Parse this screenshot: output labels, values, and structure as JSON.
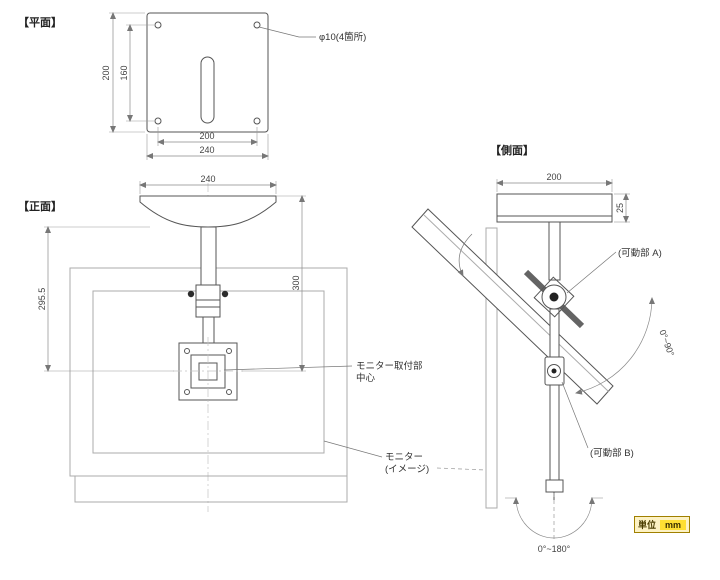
{
  "meta": {
    "unit_label": "単位",
    "unit_value": "mm"
  },
  "plan": {
    "title": "【平面】",
    "dim_height_outer": "200",
    "dim_height_inner": "160",
    "dim_width_inner": "200",
    "dim_width_outer": "240",
    "hole_callout": "φ10(4箇所)"
  },
  "front": {
    "title": "【正面】",
    "dim_top_width": "240",
    "dim_left_height": "295.5",
    "dim_right_height": "300",
    "mount_center_label_1": "モニター取付部",
    "mount_center_label_2": "中心",
    "monitor_label_1": "モニター",
    "monitor_label_2": "(イメージ)"
  },
  "side": {
    "title": "【側面】",
    "dim_top_width": "200",
    "dim_plate_thickness": "25",
    "pivot_a_label": "(可動部 A)",
    "pivot_b_label": "(可動部 B)",
    "tilt_range_label": "0°~90°",
    "swivel_range_label": "0°~180°"
  }
}
